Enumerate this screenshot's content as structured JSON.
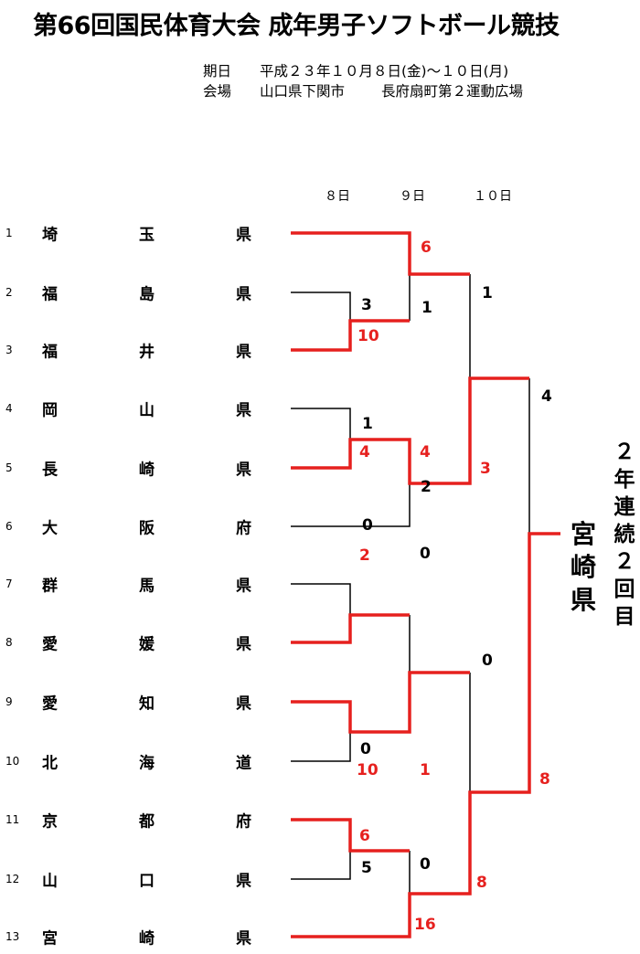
{
  "header": {
    "title": "第66回国民体育大会 成年男子ソフトボール競技",
    "date_label": "期日",
    "date_value": "平成２３年１０月８日(金)～１０日(月)",
    "venue_label": "会場",
    "venue_city": "山口県下関市",
    "venue_place": "長府扇町第２運動広場"
  },
  "days": [
    "８日",
    "９日",
    "１０日"
  ],
  "teams": [
    {
      "no": "1",
      "chars": [
        "埼",
        "玉",
        "県"
      ]
    },
    {
      "no": "2",
      "chars": [
        "福",
        "島",
        "県"
      ]
    },
    {
      "no": "3",
      "chars": [
        "福",
        "井",
        "県"
      ]
    },
    {
      "no": "4",
      "chars": [
        "岡",
        "山",
        "県"
      ]
    },
    {
      "no": "5",
      "chars": [
        "長",
        "崎",
        "県"
      ]
    },
    {
      "no": "6",
      "chars": [
        "大",
        "阪",
        "府"
      ]
    },
    {
      "no": "7",
      "chars": [
        "群",
        "馬",
        "県"
      ]
    },
    {
      "no": "8",
      "chars": [
        "愛",
        "媛",
        "県"
      ]
    },
    {
      "no": "9",
      "chars": [
        "愛",
        "知",
        "県"
      ]
    },
    {
      "no": "10",
      "chars": [
        "北",
        "海",
        "道"
      ]
    },
    {
      "no": "11",
      "chars": [
        "京",
        "都",
        "府"
      ]
    },
    {
      "no": "12",
      "chars": [
        "山",
        "口",
        "県"
      ]
    },
    {
      "no": "13",
      "chars": [
        "宮",
        "崎",
        "県"
      ]
    }
  ],
  "scores": [
    {
      "value": "6",
      "result": "win"
    },
    {
      "value": "3",
      "result": "lose"
    },
    {
      "value": "10",
      "result": "win"
    },
    {
      "value": "1",
      "result": "lose"
    },
    {
      "value": "1",
      "result": "lose"
    },
    {
      "value": "1",
      "result": "lose"
    },
    {
      "value": "4",
      "result": "win"
    },
    {
      "value": "4",
      "result": "win"
    },
    {
      "value": "3",
      "result": "win"
    },
    {
      "value": "4",
      "result": "lose"
    },
    {
      "value": "2",
      "result": "lose"
    },
    {
      "value": "0",
      "result": "lose"
    },
    {
      "value": "2",
      "result": "win"
    },
    {
      "value": "0",
      "result": "lose"
    },
    {
      "value": "0",
      "result": "lose"
    },
    {
      "value": "10",
      "result": "win"
    },
    {
      "value": "1",
      "result": "win"
    },
    {
      "value": "0",
      "result": "lose"
    },
    {
      "value": "8",
      "result": "win"
    },
    {
      "value": "6",
      "result": "win"
    },
    {
      "value": "5",
      "result": "lose"
    },
    {
      "value": "0",
      "result": "lose"
    },
    {
      "value": "8",
      "result": "win"
    },
    {
      "value": "16",
      "result": "win"
    }
  ],
  "champion": {
    "chars": [
      "宮",
      "崎",
      "県"
    ]
  },
  "note": {
    "chars": [
      "２",
      "年",
      "連",
      "続",
      "２",
      "回",
      "目"
    ]
  },
  "colors": {
    "winner_line": "#e6201e",
    "loser_line": "#000000"
  }
}
